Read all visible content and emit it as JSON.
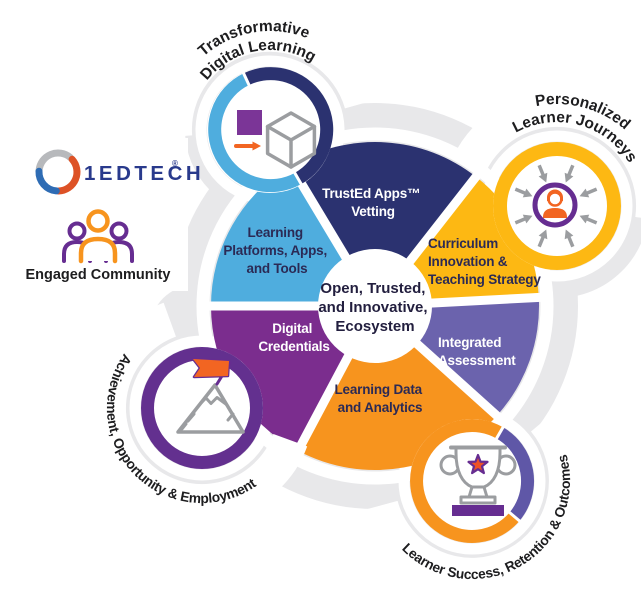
{
  "brand": {
    "logo_text": "1EDTECH",
    "registered_mark": "®",
    "community_label": "Engaged Community"
  },
  "center": {
    "lines": [
      "Open, Trusted,",
      "and Innovative,",
      "Ecosystem"
    ]
  },
  "wedges": [
    {
      "name": "trusted-apps-vetting",
      "color": "#2b3270",
      "text_color": "#ffffff",
      "lines": [
        "TrustEd Apps™",
        "Vetting",
        ""
      ]
    },
    {
      "name": "curriculum-innovation",
      "color": "#fdb813",
      "text_color": "#2b2a55",
      "lines": [
        "Curriculum",
        "Innovation &",
        "Teaching Strategy"
      ]
    },
    {
      "name": "integrated-assessment",
      "color": "#6b63ad",
      "text_color": "#ffffff",
      "lines": [
        "Integrated",
        "Assessment",
        ""
      ]
    },
    {
      "name": "learning-data-analytics",
      "color": "#f7941e",
      "text_color": "#2b2a55",
      "lines": [
        "Learning Data",
        "and Analytics",
        ""
      ]
    },
    {
      "name": "digital-credentials",
      "color": "#7b2d8e",
      "text_color": "#ffffff",
      "lines": [
        "Digital",
        "Credentials",
        ""
      ]
    },
    {
      "name": "learning-platforms",
      "color": "#4fadde",
      "text_color": "#2b2a55",
      "lines": [
        "Learning",
        "Platforms, Apps,",
        "and Tools"
      ]
    }
  ],
  "satellites": [
    {
      "name": "transformative-digital-learning",
      "icon": "cube-arrow-icon",
      "label_lines": [
        "Transformative",
        "Digital Learning"
      ],
      "ring_colors": [
        "#2b3270",
        "#4fadde"
      ]
    },
    {
      "name": "personalized-learner-journeys",
      "icon": "person-inward-arrows-icon",
      "label_lines": [
        "Personalized",
        "Learner Journeys"
      ],
      "ring_colors": [
        "#fdb813"
      ]
    },
    {
      "name": "achievement-opportunity-employment",
      "icon": "mountain-flag-icon",
      "label": "Achievement, Opportunity & Employment",
      "ring_colors": [
        "#63308f"
      ]
    },
    {
      "name": "learner-success-retention-outcomes",
      "icon": "trophy-icon",
      "label": "Learner Success, Retention & Outcomes",
      "ring_colors": [
        "#f7941e",
        "#5f57a7"
      ]
    }
  ],
  "colors": {
    "blob_gray": "#e8e8ea",
    "icon_gray": "#9b9da0",
    "accent_orange": "#f26522",
    "deep_purple": "#662d91",
    "square_purple": "#7b3597",
    "star_red": "#ee5226",
    "people_orange": "#f7941e",
    "logo_blue": "#293a8c",
    "label_dark": "#1d1d1f",
    "swirl_silver": "#b7b9bc",
    "swirl_red": "#dd5226",
    "swirl_blue": "#2e6cb4"
  }
}
